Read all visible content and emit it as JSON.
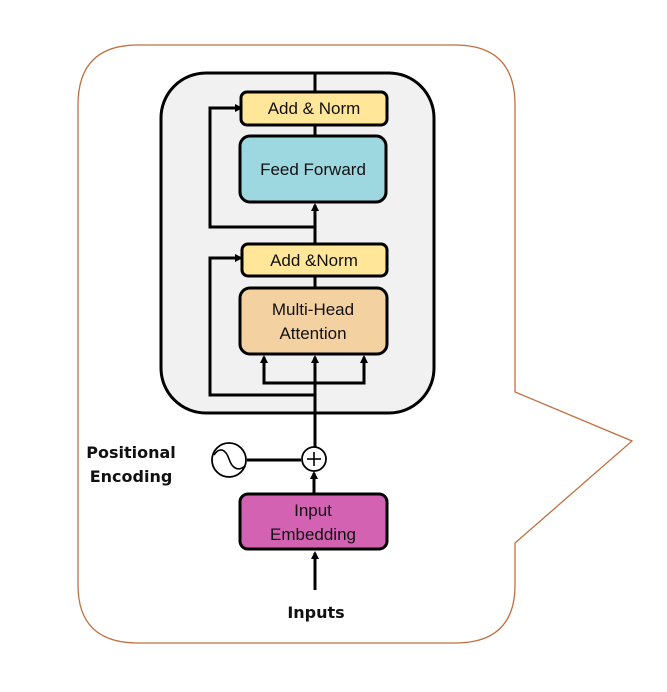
{
  "diagram": {
    "title": "Transformer Encoder Block",
    "colors": {
      "callout_border": "#C07040",
      "block_background": "#F1F1F1",
      "add_norm": "#FFE699",
      "feed_forward": "#9DD7DF",
      "attention": "#F4D1A1",
      "embedding": "#D462B2",
      "stroke": "#000000"
    },
    "nodes": {
      "add_norm_top": "Add & Norm",
      "feed_forward": "Feed Forward",
      "add_norm_bottom": "Add &Norm",
      "attention_line1": "Multi-Head",
      "attention_line2": "Attention",
      "embedding_line1": "Input",
      "embedding_line2": "Embedding",
      "plus": "+"
    },
    "labels": {
      "positional_line1": "Positional",
      "positional_line2": "Encoding",
      "inputs": "Inputs"
    },
    "icons": {
      "positional_encoding": "sine-wave-icon",
      "sum": "plus-circle-icon"
    }
  }
}
